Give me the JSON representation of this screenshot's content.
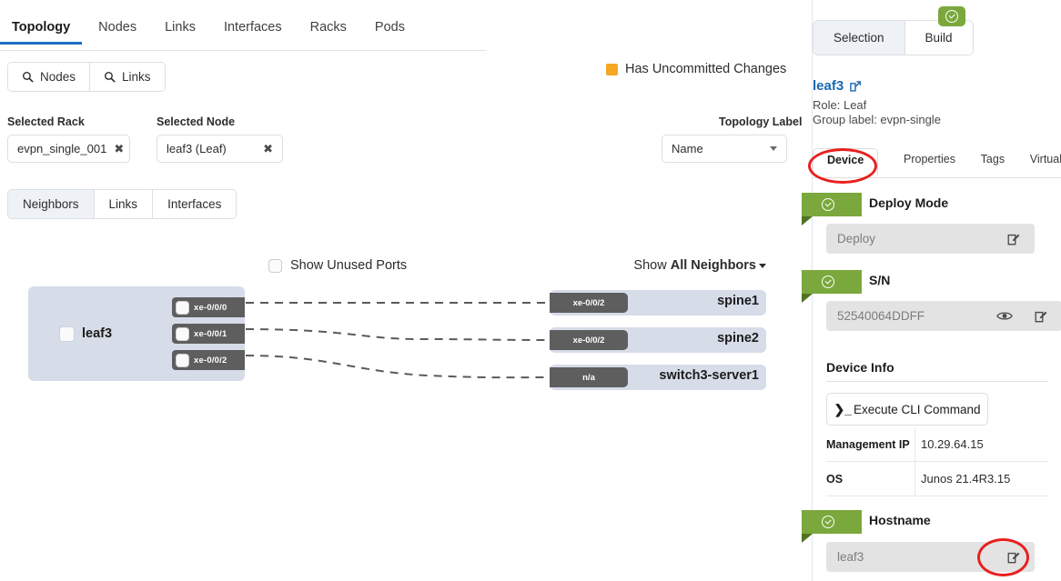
{
  "colors": {
    "accent_blue": "#1b6ec2",
    "link_blue": "#1767b3",
    "green": "#7aa83c",
    "uncommitted_orange": "#f5a623",
    "node_fill": "#d6dce8",
    "port_fill": "#5e5e5e",
    "annotation_red": "#e8201f"
  },
  "top_tabs": [
    {
      "label": "Topology",
      "active": true
    },
    {
      "label": "Nodes",
      "active": false
    },
    {
      "label": "Links",
      "active": false
    },
    {
      "label": "Interfaces",
      "active": false
    },
    {
      "label": "Racks",
      "active": false
    },
    {
      "label": "Pods",
      "active": false
    }
  ],
  "search_buttons": [
    {
      "label": "Nodes",
      "icon": "search-icon"
    },
    {
      "label": "Links",
      "icon": "search-icon"
    }
  ],
  "legend": {
    "swatch_color": "#f5a623",
    "label": "Has Uncommitted Changes"
  },
  "filters": {
    "rack_label": "Selected Rack",
    "rack_value": "evpn_single_001",
    "node_label": "Selected Node",
    "node_value": "leaf3 (Leaf)",
    "clear_icon": "close-icon"
  },
  "topology_label": {
    "label": "Topology Label",
    "value": "Name",
    "options": [
      "Name"
    ]
  },
  "sub_tabs": [
    {
      "label": "Neighbors",
      "active": true
    },
    {
      "label": "Links",
      "active": false
    },
    {
      "label": "Interfaces",
      "active": false
    }
  ],
  "graph_controls": {
    "show_unused_ports": "Show Unused Ports",
    "show_unused_checked": false,
    "show_prefix": "Show ",
    "show_neighbors_value": "All Neighbors"
  },
  "graph": {
    "source": {
      "name": "leaf3",
      "ports": [
        "xe-0/0/0",
        "xe-0/0/1",
        "xe-0/0/2"
      ]
    },
    "neighbors": [
      {
        "port": "xe-0/0/2",
        "name": "spine1"
      },
      {
        "port": "xe-0/0/2",
        "name": "spine2"
      },
      {
        "port": "n/a",
        "name": "switch3-server1"
      }
    ]
  },
  "panel": {
    "tabs": [
      {
        "label": "Selection",
        "active": true
      },
      {
        "label": "Build",
        "active": false
      }
    ],
    "build_badge_icon": "check-circle-icon",
    "node_name": "leaf3",
    "external_link_icon": "external-link-icon",
    "role_line": "Role: Leaf",
    "group_line": "Group label: evpn-single",
    "device_tabs": [
      {
        "label": "Device",
        "active": true
      },
      {
        "label": "Properties",
        "active": false
      },
      {
        "label": "Tags",
        "active": false
      },
      {
        "label": "Virtual",
        "active": false
      }
    ],
    "deploy_mode": {
      "title": "Deploy Mode",
      "value": "Deploy",
      "edit_icon": "edit-icon",
      "status_icon": "check-circle-icon"
    },
    "serial_number": {
      "title": "S/N",
      "value": "52540064DDFF",
      "reveal_icon": "eye-icon",
      "edit_icon": "edit-icon",
      "status_icon": "check-circle-icon"
    },
    "device_info": {
      "title": "Device Info",
      "cli_button": "Execute CLI Command",
      "cli_icon": "terminal-prompt-icon",
      "rows": [
        {
          "key": "Management IP",
          "value": "10.29.64.15"
        },
        {
          "key": "OS",
          "value": "Junos 21.4R3.15"
        }
      ]
    },
    "hostname": {
      "title": "Hostname",
      "value": "leaf3",
      "edit_icon": "edit-icon",
      "status_icon": "check-circle-icon"
    }
  }
}
